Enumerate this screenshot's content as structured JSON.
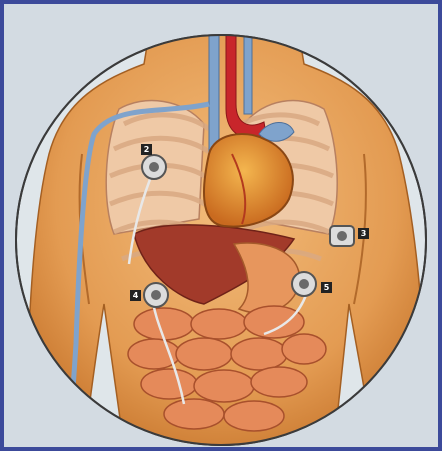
{
  "figure": {
    "background_color": "#d3dbe2",
    "border_color": "#3c4a9a",
    "skin_color": "#e8a15a",
    "vessel_color": "#7fa3cc",
    "artery_color": "#c8262b",
    "organs": [
      {
        "name": "heart"
      },
      {
        "name": "aorta"
      },
      {
        "name": "vena-cava"
      },
      {
        "name": "left-lung"
      },
      {
        "name": "right-lung"
      },
      {
        "name": "liver"
      },
      {
        "name": "stomach"
      },
      {
        "name": "intestines"
      }
    ],
    "electrodes": [
      {
        "id": "electrode-2",
        "label": "2"
      },
      {
        "id": "electrode-3",
        "label": "3"
      },
      {
        "id": "electrode-4",
        "label": "4"
      },
      {
        "id": "electrode-5",
        "label": "5"
      }
    ]
  }
}
